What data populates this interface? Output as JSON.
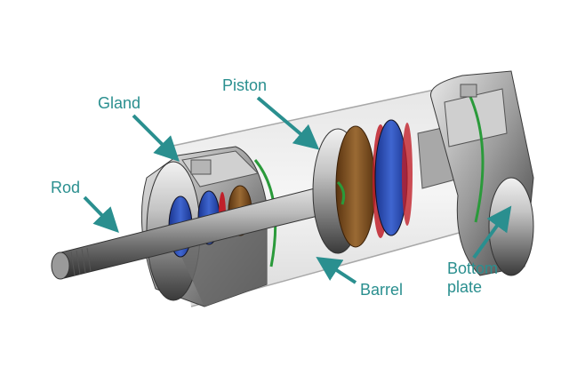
{
  "labels": {
    "gland": "Gland",
    "piston": "Piston",
    "rod": "Rod",
    "barrel": "Barrel",
    "bottom_plate_line1": "Bottom",
    "bottom_plate_line2": "plate"
  },
  "colors": {
    "label_text": "#2a8f8f",
    "pointer": "#2a8f8f",
    "metal_light": "#d8d8d8",
    "metal_mid": "#9a9a9a",
    "metal_dark": "#4a4a4a",
    "seal_blue": "#2a4db0",
    "seal_brown": "#7a4a1e",
    "seal_red": "#c0202a",
    "oring_green": "#2a9a3a"
  }
}
